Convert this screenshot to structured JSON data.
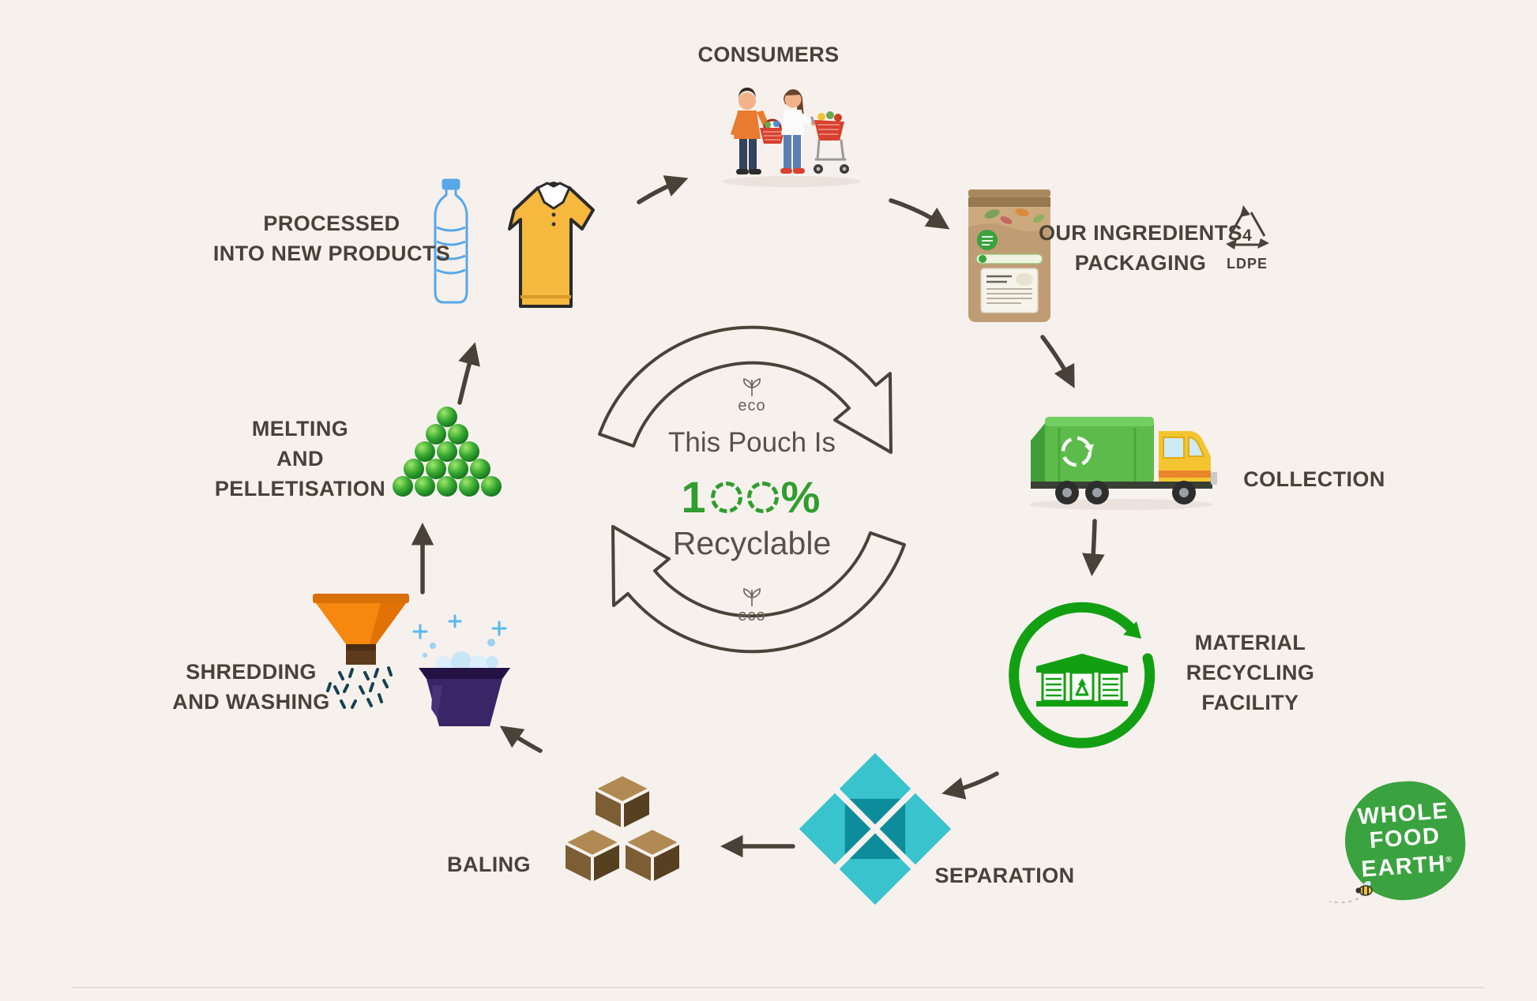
{
  "center_badge": {
    "eco_top": "eco",
    "line1": "This Pouch Is",
    "percent": "100%",
    "line2": "Recyclable",
    "eco_bottom": "eco"
  },
  "stages": {
    "consumers": {
      "label": "CONSUMERS"
    },
    "packaging": {
      "line1": "OUR INGREDIENTS",
      "line2": "PACKAGING",
      "resin_number": "4",
      "resin_code": "LDPE"
    },
    "collection": {
      "label": "COLLECTION"
    },
    "material_recycling_facility": {
      "line1": "MATERIAL",
      "line2": "RECYCLING",
      "line3": "FACILITY"
    },
    "separation": {
      "label": "SEPARATION"
    },
    "baling": {
      "label": "BALING"
    },
    "shredding_washing": {
      "line1": "SHREDDING",
      "line2": "AND WASHING"
    },
    "melting_pelletisation": {
      "line1": "MELTING",
      "line2": "AND",
      "line3": "PELLETISATION"
    },
    "processed_new_products": {
      "line1": "PROCESSED",
      "line2": "INTO NEW PRODUCTS"
    }
  },
  "logo": {
    "line1": "WHOLE",
    "line2": "FOOD",
    "line3": "EARTH",
    "registered": "®"
  },
  "colors": {
    "background": "#f6f1ed",
    "label_text": "#4a4138",
    "accent_green": "#2f9e2f",
    "ring_brown": "#4b4237",
    "facility_green": "#12a012",
    "separation_teal": "#38c3cd",
    "truck_green": "#5cbb4a",
    "basin_purple": "#3a2566",
    "funnel_orange": "#f6870f",
    "logo_green": "#3aa33f"
  }
}
